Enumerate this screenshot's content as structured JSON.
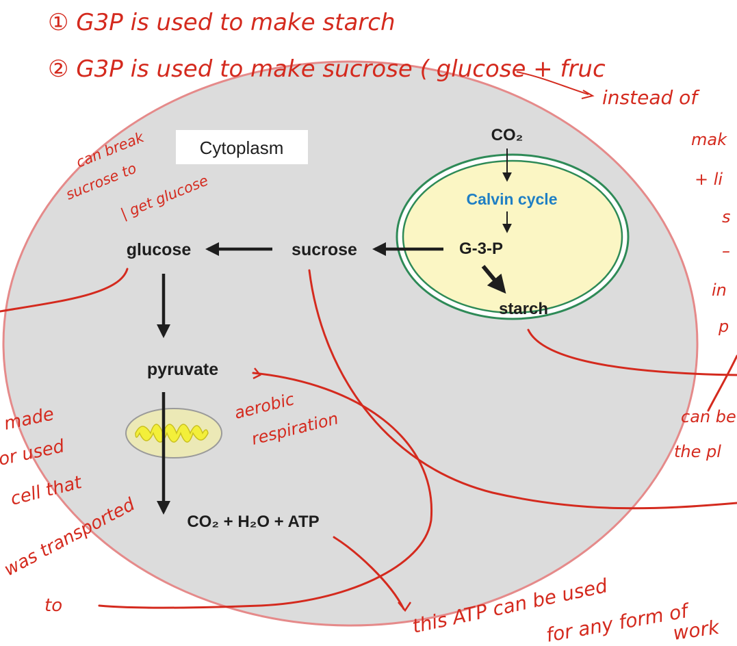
{
  "diagram": {
    "region_label": "Cytoplasm",
    "co2_top": "CO₂",
    "calvin_cycle": "Calvin cycle",
    "g3p": "G-3-P",
    "starch": "starch",
    "sucrose": "sucrose",
    "glucose": "glucose",
    "pyruvate": "pyruvate",
    "products": "CO₂ + H₂O + ATP"
  },
  "annotations": {
    "line1": "① G3P is used to make starch",
    "line2": "② G3P is used to make sucrose ( glucose + fruc",
    "instead": "instead of",
    "right_fragments": [
      "mak",
      "+ li",
      "s",
      "–",
      "in",
      "p"
    ],
    "can_break": [
      "can break",
      "sucrose to",
      "| get glucose"
    ],
    "aerobic": [
      "aerobic",
      "respiration"
    ],
    "left_fragments": [
      "made",
      "or used",
      "cell that",
      "was transported",
      "to"
    ],
    "right_bottom": [
      "can be",
      "the pl"
    ],
    "atp_note": [
      "this ATP can be used",
      "for any form of",
      "work"
    ]
  },
  "colors": {
    "ink": "#d42a1e",
    "cell_fill": "#dcdcdc",
    "cell_border": "#e58a8a",
    "chloroplast_fill": "#fbf6c4",
    "chloroplast_border": "#2e8a57",
    "calvin_text": "#1f7fc4",
    "mito_fill": "#f3ef3a"
  }
}
